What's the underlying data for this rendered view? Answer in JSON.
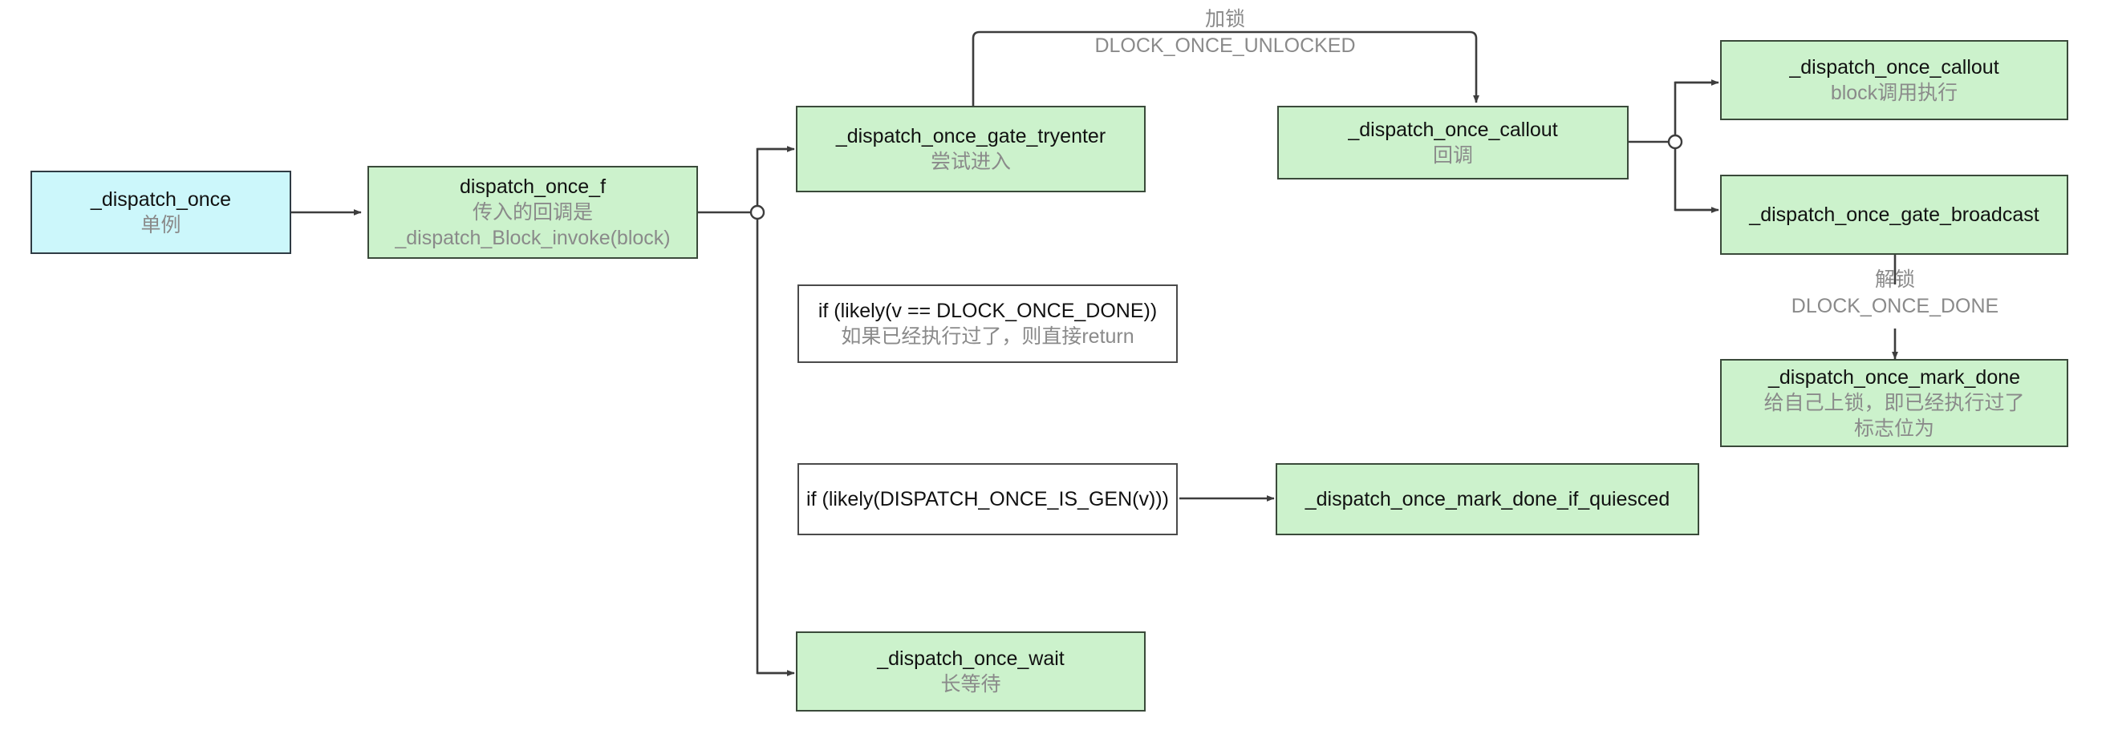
{
  "diagram": {
    "title": "dispatch_once flow",
    "colors": {
      "green_fill": "#ccf2cc",
      "cyan_fill": "#ccf7fb",
      "white_fill": "#ffffff",
      "border": "#333333",
      "title_text": "#111111",
      "sub_text": "#8a8a8a",
      "wire": "#3d3d3d"
    },
    "nodes": {
      "dispatch_once": {
        "title": "_dispatch_once",
        "sub1": "单例"
      },
      "dispatch_once_f": {
        "title": "dispatch_once_f",
        "sub1": "传入的回调是",
        "sub2": "_dispatch_Block_invoke(block)"
      },
      "gate_tryenter": {
        "title": "_dispatch_once_gate_tryenter",
        "sub1": "尝试进入"
      },
      "callout_mid": {
        "title": "_dispatch_once_callout",
        "sub1": "回调"
      },
      "callout_right": {
        "title": "_dispatch_once_callout",
        "sub1": "block调用执行"
      },
      "gate_broadcast": {
        "title": "_dispatch_once_gate_broadcast"
      },
      "mark_done": {
        "title": "_dispatch_once_mark_done",
        "sub1": "给自己上锁，即已经执行过了",
        "sub2": "标志位为"
      },
      "cond_done": {
        "title": "if (likely(v == DLOCK_ONCE_DONE))",
        "sub1": "如果已经执行过了，则直接return"
      },
      "cond_is_gen": {
        "title": "if (likely(DISPATCH_ONCE_IS_GEN(v)))"
      },
      "mark_done_if_quiesced": {
        "title": "_dispatch_once_mark_done_if_quiesced"
      },
      "once_wait": {
        "title": "_dispatch_once_wait",
        "sub1": "长等待"
      }
    },
    "edge_labels": {
      "lock": {
        "line1": "加锁",
        "line2": "DLOCK_ONCE_UNLOCKED"
      },
      "unlock": {
        "line1": "解锁",
        "line2": "DLOCK_ONCE_DONE"
      }
    }
  }
}
